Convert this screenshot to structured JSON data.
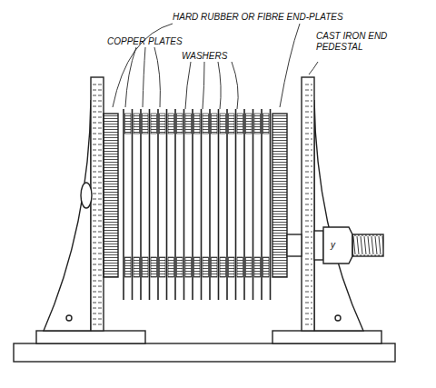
{
  "diagram": {
    "labels": [
      "HARD RUBBER OR FIBRE END-PLATES",
      "COPPER PLATES",
      "WASHERS",
      "CAST IRON END PEDESTAL",
      "y"
    ]
  }
}
